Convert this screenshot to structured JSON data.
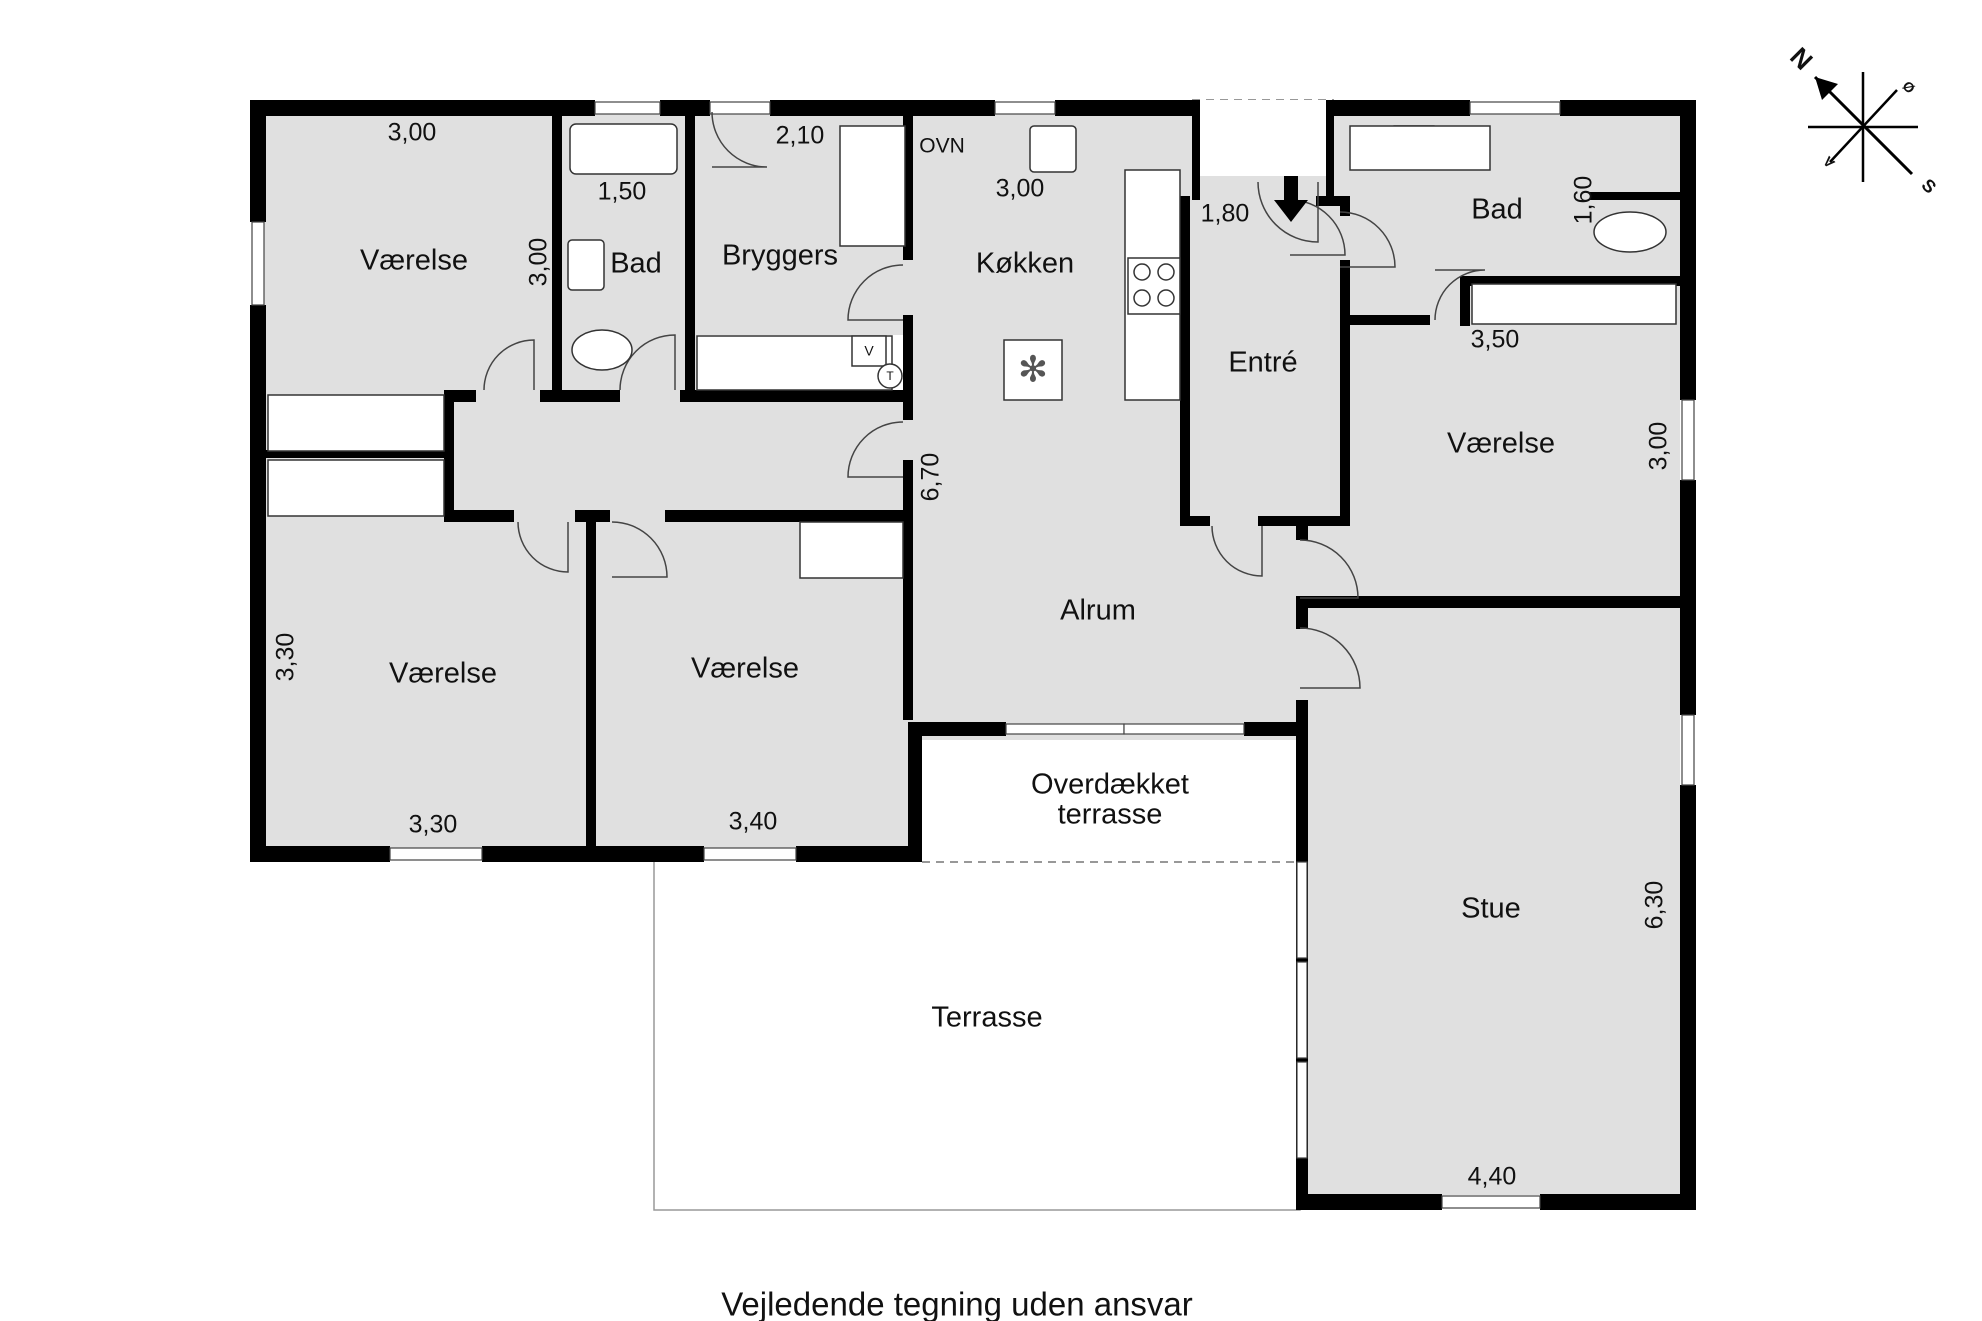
{
  "rooms": {
    "vaerelse_nw": "Værelse",
    "bad_w": "Bad",
    "bryggers": "Bryggers",
    "koekken": "Køkken",
    "entre": "Entré",
    "bad_e": "Bad",
    "vaerelse_ne": "Værelse",
    "vaerelse_sw": "Værelse",
    "vaerelse_s": "Værelse",
    "alrum": "Alrum",
    "overdaekket_1": "Overdækket",
    "overdaekket_2": "terrasse",
    "terrasse": "Terrasse",
    "stue": "Stue"
  },
  "dimensions": {
    "vaerelse_nw_width": "3,00",
    "vaerelse_nw_depth": "3,00",
    "bad_w_width": "1,50",
    "bryggers_width": "2,10",
    "koekken_width": "3,00",
    "alrum_depth": "6,70",
    "entre_width": "1,80",
    "bad_e_depth": "1,60",
    "vaerelse_ne_width": "3,50",
    "vaerelse_ne_depth": "3,00",
    "vaerelse_sw_depth": "3,30",
    "vaerelse_sw_width": "3,30",
    "vaerelse_s_width": "3,40",
    "stue_depth": "6,30",
    "stue_width": "4,40"
  },
  "fixtures": {
    "oven_label": "OVN",
    "washer_label": "V",
    "dryer_label": "T"
  },
  "compass": {
    "north": "N",
    "east": "Ø",
    "south": "S",
    "west": "V"
  },
  "caption": "Vejledende tegning uden ansvar",
  "colors": {
    "wall": "#000000",
    "floor": "#e0e0e0",
    "background": "#ffffff"
  }
}
